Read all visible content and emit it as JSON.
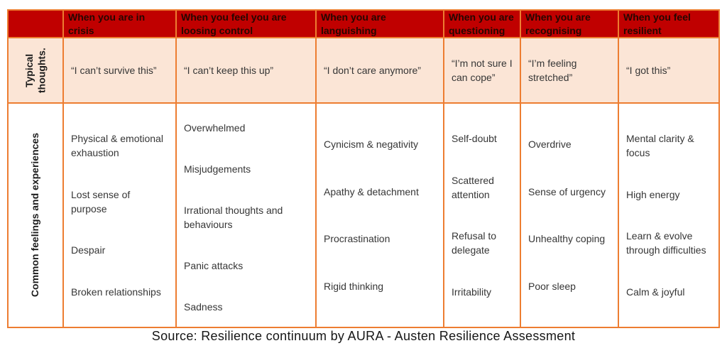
{
  "table": {
    "row_labels": {
      "thoughts": "Typical thoughts.",
      "feelings": "Common feelings and experiences"
    },
    "columns": [
      {
        "header": "When you are in crisis",
        "thought": "“I can’t survive this”",
        "feelings": [
          "Physical & emotional exhaustion",
          "Lost sense of purpose",
          "Despair",
          "Broken relationships"
        ]
      },
      {
        "header": "When you feel you are loosing control",
        "thought": "“I can’t keep this up”",
        "feelings": [
          "Overwhelmed",
          "Misjudgements",
          "Irrational thoughts and behaviours",
          "Panic attacks",
          "Sadness"
        ]
      },
      {
        "header": "When you are languishing",
        "thought": "“I don’t care anymore”",
        "feelings": [
          "Cynicism & negativity",
          "Apathy & detachment",
          "Procrastination",
          "Rigid thinking"
        ]
      },
      {
        "header": "When you are questioning",
        "thought": "“I’m not sure I can cope”",
        "feelings": [
          "Self-doubt",
          "Scattered attention",
          "Refusal to delegate",
          "Irritability"
        ]
      },
      {
        "header": "When you are recognising",
        "thought": "“I’m feeling stretched”",
        "feelings": [
          "Overdrive",
          "Sense of urgency",
          "Unhealthy coping",
          "Poor sleep"
        ]
      },
      {
        "header": "When you feel resilient",
        "thought": "“I got this”",
        "feelings": [
          "Mental clarity & focus",
          "High energy",
          "Learn & evolve through difficulties",
          "Calm & joyful"
        ]
      }
    ]
  },
  "caption": "Source: Resilience continuum by AURA - Austen Resilience Assessment",
  "colors": {
    "header_bg": "#c00000",
    "border": "#ed7d31",
    "thought_bg": "#fbe5d6",
    "header_text": "#260701"
  }
}
